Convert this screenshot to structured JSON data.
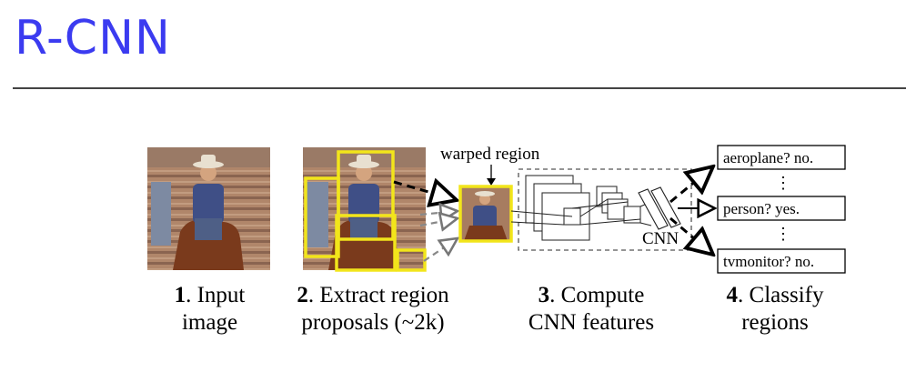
{
  "slide": {
    "title": "R-CNN"
  },
  "diagram": {
    "warped_region_label": "warped region",
    "cnn_label": "CNN",
    "classifications": [
      {
        "text": "aeroplane? no."
      },
      {
        "text": "person? yes."
      },
      {
        "text": "tvmonitor? no."
      }
    ],
    "ellipsis": "⋮",
    "stages": [
      {
        "num": "1",
        "text_line1": ". Input",
        "text_line2": "image"
      },
      {
        "num": "2",
        "text_line1": ". Extract region",
        "text_line2": "proposals (~2k)"
      },
      {
        "num": "3",
        "text_line1": ". Compute",
        "text_line2": "CNN features"
      },
      {
        "num": "4",
        "text_line1": ". Classify",
        "text_line2": "regions"
      }
    ]
  }
}
